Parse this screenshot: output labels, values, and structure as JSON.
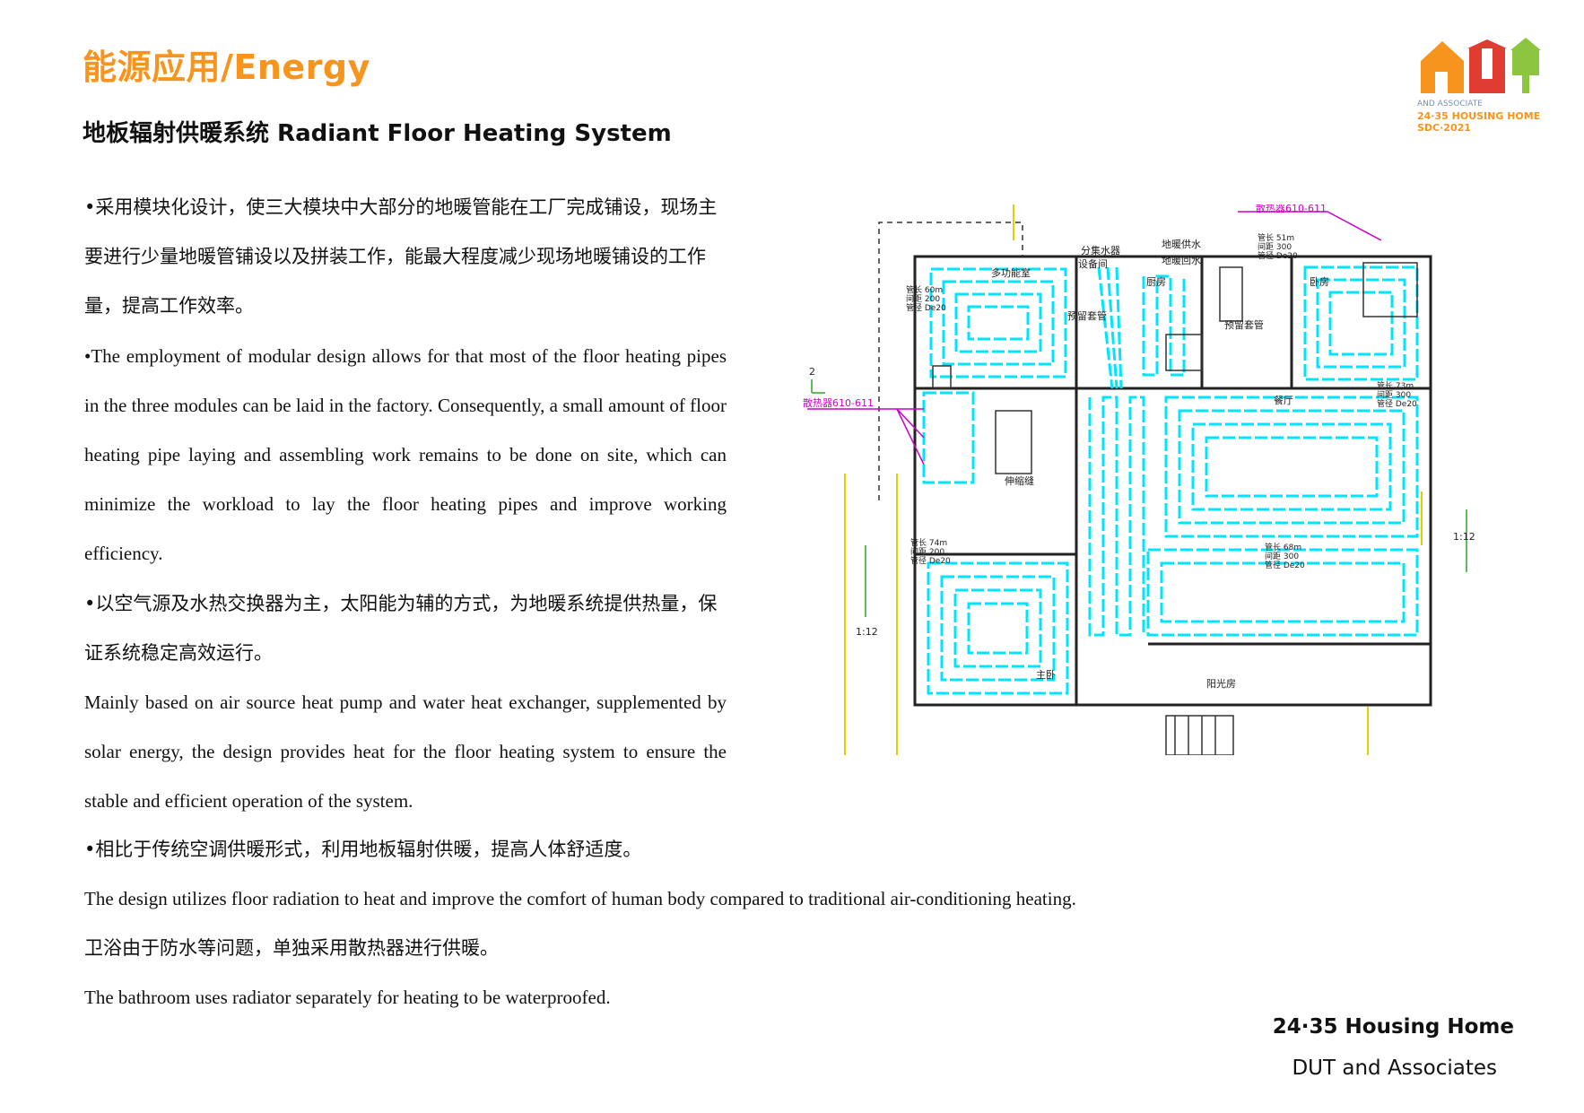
{
  "header": {
    "title": "能源应用/Energy",
    "subtitle": "地板辐射供暖系统  Radiant Floor Heating System"
  },
  "logo": {
    "line1": "AND ASSOCIATE",
    "line2": "24·35 HOUSING HOME",
    "line3": "SDC·2021",
    "colors": {
      "orange": "#f7941d",
      "red": "#e03c31",
      "green": "#8cc63f"
    }
  },
  "content": {
    "p1_zh": "•采用模块化设计，使三大模块中大部分的地暖管能在工厂完成铺设，现场主要进行少量地暖管铺设以及拼装工作，能最大程度减少现场地暖铺设的工作量，提高工作效率。",
    "p1_en": "•The employment of modular design allows for that most of the floor heating pipes in the three modules can be laid in the factory. Consequently, a small amount of floor heating pipe laying and assembling work remains to be done on site, which can minimize the workload to lay the floor heating pipes and improve working efficiency.",
    "p2_zh": "•以空气源及水热交换器为主，太阳能为辅的方式，为地暖系统提供热量，保证系统稳定高效运行。",
    "p2_en": "Mainly based on air source heat pump and water heat exchanger, supplemented by solar energy, the design provides heat for the floor heating system to ensure the stable and efficient operation of the system.",
    "p3_zh": "•相比于传统空调供暖形式，利用地板辐射供暖，提高人体舒适度。",
    "p3_en": "The design utilizes floor radiation to heat and improve the comfort of human body compared to traditional air-conditioning heating.",
    "p4_zh": "卫浴由于防水等问题，单独采用散热器进行供暖。",
    "p4_en": "The bathroom uses radiator separately for heating to be waterproofed."
  },
  "plan": {
    "labels": {
      "radiator_top": "散热器610-611",
      "radiator_left": "散热器610-611",
      "manifold": "分集水器",
      "equipment": "设备间",
      "supply": "地暖供水",
      "return": "地暖回水",
      "multi_room": "多功能室",
      "kitchen": "厨房",
      "bedroom_top": "卧房",
      "dining": "餐厅",
      "master": "主卧",
      "sunroom": "阳光房",
      "expansion": "伸缩缝",
      "casing1": "预留套管",
      "casing2": "预留套管",
      "slope1": "1:12",
      "slope2": "1:12",
      "mark2": "2"
    },
    "specs": {
      "multi_room": [
        "管长 60m",
        "间距 200",
        "管径 De20"
      ],
      "bedroom_top": [
        "管长 51m",
        "间距 300",
        "管径 De20"
      ],
      "dining": [
        "管长 73m",
        "间距 300",
        "管径 De20"
      ],
      "master": [
        "管长 74m",
        "间距 200",
        "管径 De20"
      ],
      "living": [
        "管长 68m",
        "间距 300",
        "管径 De20"
      ]
    },
    "colors": {
      "pipe": "#00e5ff",
      "wall": "#222222",
      "radiator": "#cc00cc",
      "accent": "#e0d000"
    }
  },
  "footer": {
    "line1": "24·35 Housing Home",
    "line2": "DUT and Associates"
  }
}
